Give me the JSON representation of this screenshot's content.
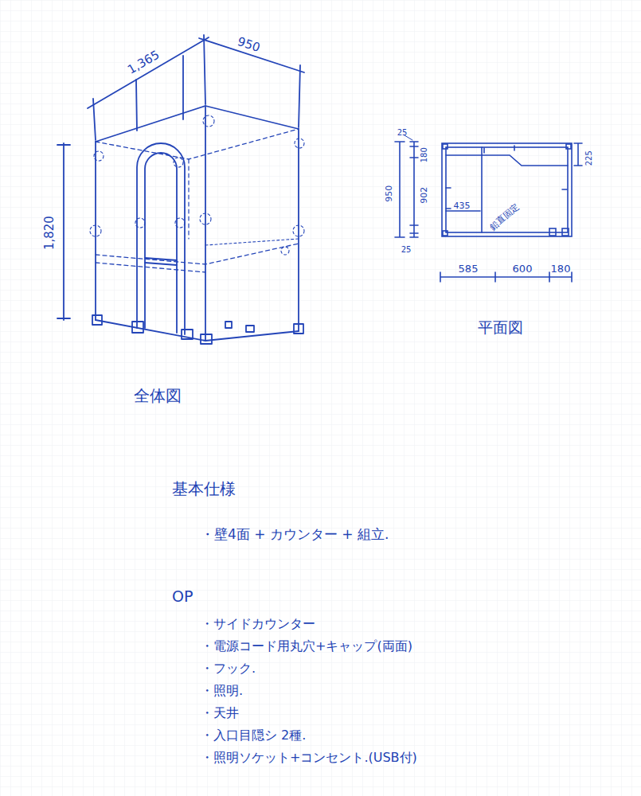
{
  "diagram": {
    "labels": [
      "1,365",
      "950",
      "1,820",
      "全体図",
      "25",
      "180",
      "950",
      "902",
      "25",
      "225",
      "435",
      "鉛直固定",
      "585",
      "600",
      "180",
      "平面図",
      "基本仕様",
      "・壁4面 + カウンター + 組立.",
      "OP",
      "・サイドカウンター",
      "・電源コード用丸穴+キャップ(両面)",
      "・フック.",
      "・照明.",
      "・天井",
      "・入口目隠シ 2種.",
      "・照明ソケット+コンセント.(USB付)"
    ]
  }
}
